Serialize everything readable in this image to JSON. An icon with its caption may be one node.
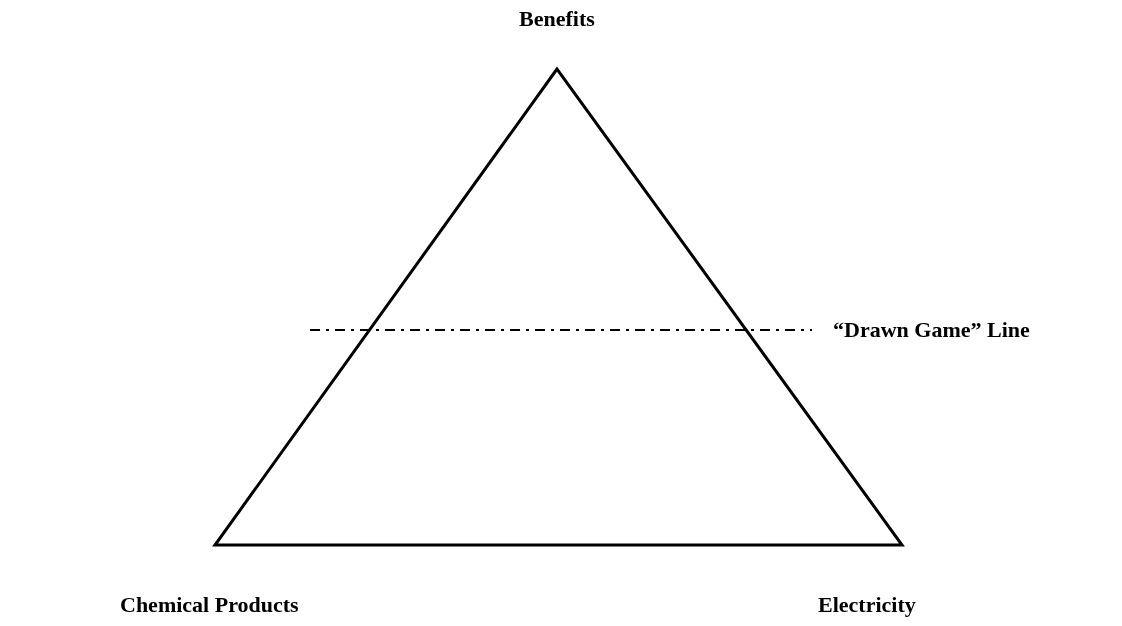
{
  "diagram": {
    "labels": [
      "Benefits",
      "“Drawn Game” Line",
      "Chemical Products",
      "Electricity"
    ]
  }
}
